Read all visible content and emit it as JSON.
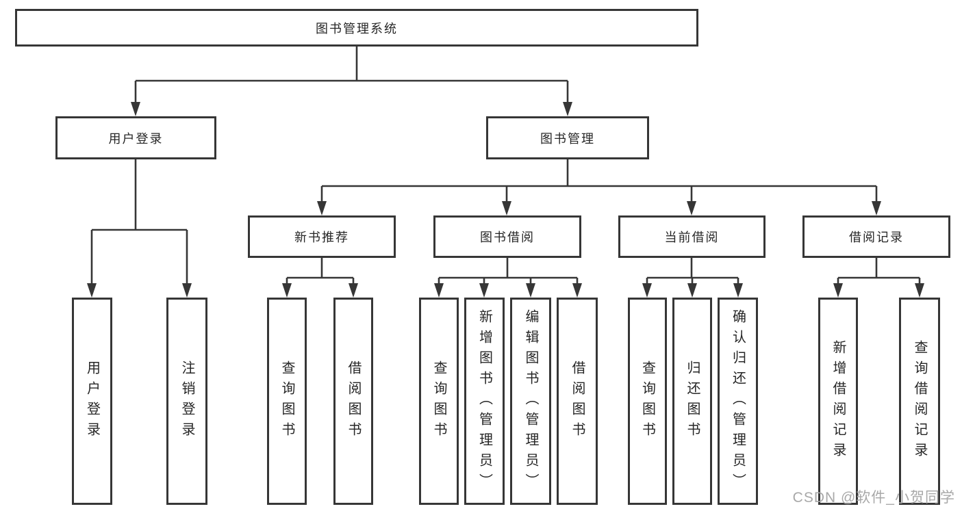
{
  "diagram": {
    "root": "图书管理系统",
    "level2": {
      "user_login": "用户登录",
      "book_mgmt": "图书管理"
    },
    "level3": {
      "new_book_rec": "新书推荐",
      "book_borrow": "图书借阅",
      "current_borrow": "当前借阅",
      "borrow_record": "借阅记录"
    },
    "leaves": {
      "login_1": "用户登录",
      "login_2": "注销登录",
      "rec_1": "查询图书",
      "rec_2": "借阅图书",
      "borrow_1": "查询图书",
      "borrow_2": "新增图书（管理员）",
      "borrow_3": "编辑图书（管理员）",
      "borrow_4": "借阅图书",
      "current_1": "查询图书",
      "current_2": "归还图书",
      "current_3": "确认归还（管理员）",
      "record_1": "新增借阅记录",
      "record_2": "查询借阅记录"
    }
  },
  "watermark": "CSDN @软件_小贺同学",
  "colors": {
    "line": "#363636",
    "text": "#262626",
    "watermark": "#a8a8a8",
    "background": "#ffffff"
  }
}
